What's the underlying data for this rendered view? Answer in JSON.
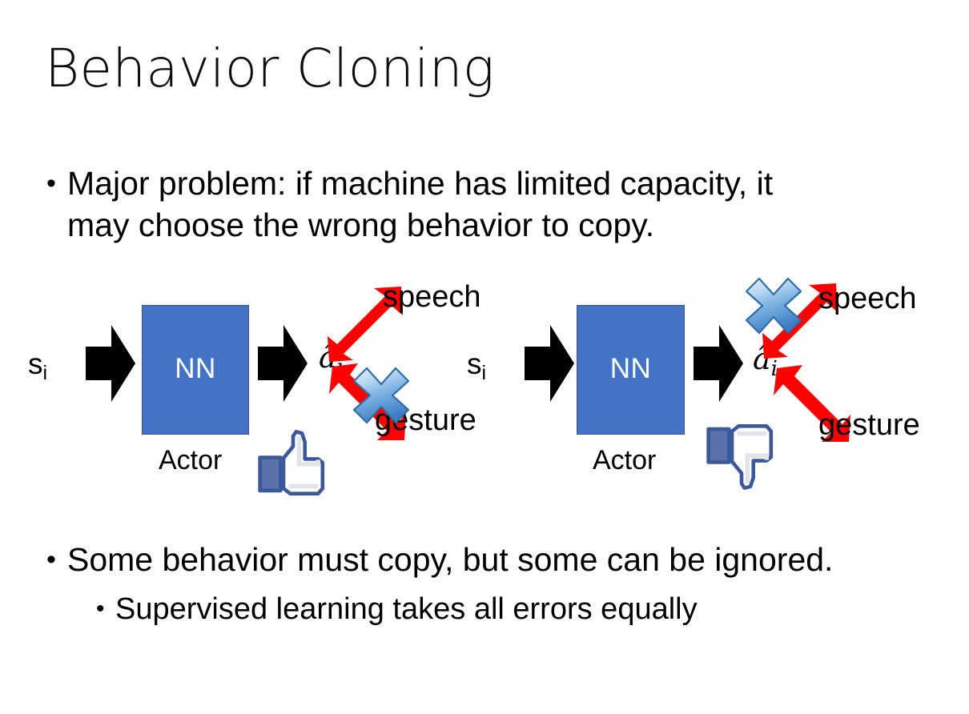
{
  "slide": {
    "title": "Behavior Cloning",
    "background_color": "#FFFFFF",
    "text_color": "#000000"
  },
  "bullets": {
    "top": {
      "marker": "•",
      "text": "Major problem: if machine has limited capacity, it\nmay choose the wrong behavior to copy."
    },
    "bottom_level1": {
      "marker": "•",
      "text": "Some behavior must copy, but some can be ignored."
    },
    "bottom_level2": {
      "marker": "•",
      "text": "Supervised learning takes all errors equally"
    }
  },
  "diagrams": [
    {
      "id": "left",
      "input_label": "s",
      "input_subscript": "i",
      "box_label": "NN",
      "box_caption": "Actor",
      "box_color": "#4472C4",
      "box_border_color": "#325498",
      "output_label": "â",
      "output_subscript": "i",
      "branches": [
        {
          "name": "speech",
          "label": "speech",
          "crossed_out": false
        },
        {
          "name": "gesture",
          "label": "gesture",
          "crossed_out": true
        }
      ],
      "feedback_icon": "thumbs-up-icon",
      "arrow_color": "#FF0000",
      "block_arrow_color": "#000000",
      "cross_color": "#5B9BD5",
      "hand_color": "#3B5998"
    },
    {
      "id": "right",
      "input_label": "s",
      "input_subscript": "i",
      "box_label": "NN",
      "box_caption": "Actor",
      "box_color": "#4472C4",
      "box_border_color": "#325498",
      "output_label": "â",
      "output_subscript": "i",
      "branches": [
        {
          "name": "speech",
          "label": "speech",
          "crossed_out": true
        },
        {
          "name": "gesture",
          "label": "gesture",
          "crossed_out": false
        }
      ],
      "feedback_icon": "thumbs-down-icon",
      "arrow_color": "#FF0000",
      "block_arrow_color": "#000000",
      "cross_color": "#5B9BD5",
      "hand_color": "#3B5998"
    }
  ]
}
